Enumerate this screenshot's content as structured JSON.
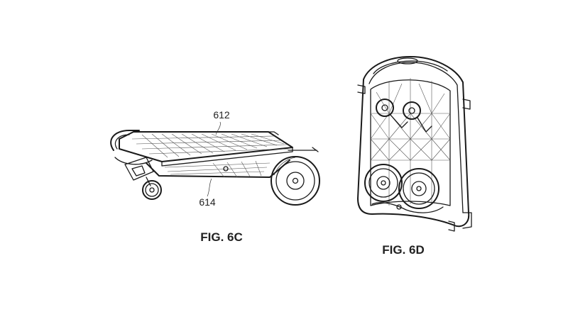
{
  "figures": [
    {
      "caption": "FIG. 6C",
      "references": [
        {
          "numeral": "612"
        },
        {
          "numeral": "614"
        }
      ]
    },
    {
      "caption": "FIG. 6D",
      "references": []
    }
  ]
}
